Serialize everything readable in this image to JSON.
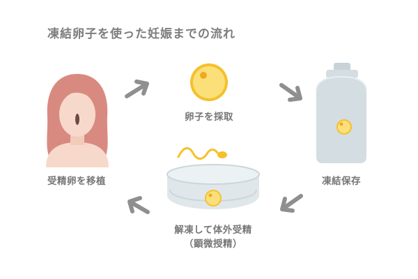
{
  "diagram": {
    "title": "凍結卵子を使った妊娠までの流れ",
    "steps": {
      "retrieve": "卵子を採取",
      "freeze": "凍結保存",
      "thaw_line1": "解凍して体外受精",
      "thaw_line2": "（顕微授精）",
      "transfer": "受精卵を移植"
    }
  },
  "colors": {
    "text": "#777777",
    "arrow": "#8f8f8f",
    "egg_outer": "#f6c02a",
    "egg_inner": "#fbe07a",
    "tank": "#d4dde1",
    "dish": "#dfe7ea",
    "hair": "#d98a80",
    "skin": "#f7d9cb"
  },
  "icons": [
    "woman-icon",
    "egg-icon",
    "storage-tank-icon",
    "petri-dish-icon",
    "sperm-icon",
    "arrow-icon"
  ]
}
